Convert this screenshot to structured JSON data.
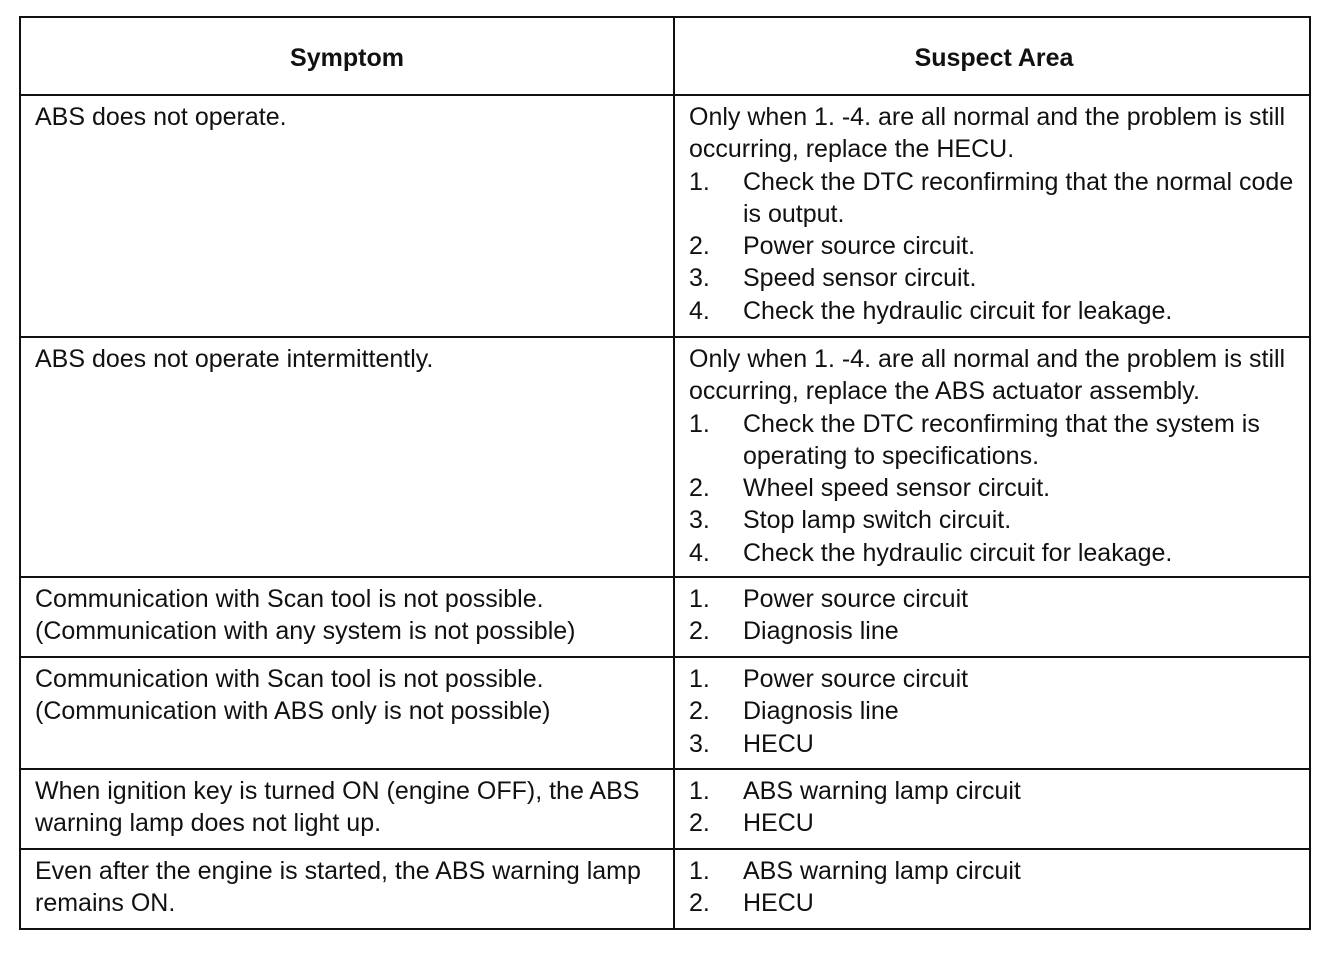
{
  "headers": {
    "symptom": "Symptom",
    "suspect_area": "Suspect Area"
  },
  "rows": [
    {
      "symptom": "ABS does not operate.",
      "intro": "Only when 1. -4. are all normal and the problem is still occurring, replace the HECU.",
      "items": [
        {
          "num": "1.",
          "text": "Check the DTC reconfirming that the normal code is output."
        },
        {
          "num": "2.",
          "text": "Power source circuit."
        },
        {
          "num": "3.",
          "text": "Speed sensor circuit."
        },
        {
          "num": "4.",
          "text": "Check the hydraulic circuit for leakage."
        }
      ]
    },
    {
      "symptom": "ABS does not operate intermittently.",
      "intro": "Only when 1. -4. are all normal and the problem is still occurring, replace the ABS actuator assembly.",
      "items": [
        {
          "num": "1.",
          "text": "Check the DTC reconfirming that the system is operating to specifications."
        },
        {
          "num": "2.",
          "text": "Wheel speed sensor circuit."
        },
        {
          "num": "3.",
          "text": "Stop lamp switch circuit."
        },
        {
          "num": "4.",
          "text": "Check the hydraulic circuit for leakage."
        }
      ]
    },
    {
      "symptom": "Communication with Scan tool is not possible. (Communication with any system is not possible)",
      "items": [
        {
          "num": "1.",
          "text": "Power source circuit"
        },
        {
          "num": "2.",
          "text": "Diagnosis line"
        }
      ]
    },
    {
      "symptom": "Communication with Scan tool is not possible. (Communication with ABS only is not possible)",
      "items": [
        {
          "num": "1.",
          "text": "Power source circuit"
        },
        {
          "num": "2.",
          "text": "Diagnosis line"
        },
        {
          "num": "3.",
          "text": "HECU"
        }
      ]
    },
    {
      "symptom": "When ignition key is turned ON (engine OFF), the ABS warning lamp does not light up.",
      "items": [
        {
          "num": "1.",
          "text": "ABS warning lamp circuit"
        },
        {
          "num": "2.",
          "text": "HECU"
        }
      ]
    },
    {
      "symptom": "Even after the engine is started, the ABS warning lamp remains ON.",
      "items": [
        {
          "num": "1.",
          "text": "ABS warning lamp circuit"
        },
        {
          "num": "2.",
          "text": "HECU"
        }
      ]
    }
  ]
}
